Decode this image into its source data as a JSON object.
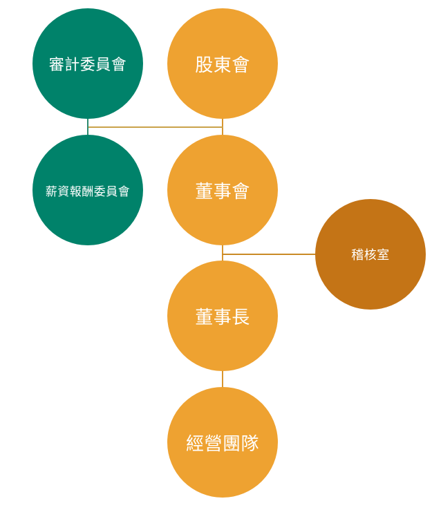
{
  "colors": {
    "green": "#00826A",
    "orange": "#EEA231",
    "dark_orange": "#C47416",
    "line_orange": "#D9962E",
    "line_green": "#2B8A6E"
  },
  "nodes": {
    "audit_committee": "審計委員會",
    "shareholders_meeting": "股東會",
    "compensation_committee": "薪資報酬委員會",
    "board_of_directors": "董事會",
    "internal_audit_office": "稽核室",
    "chairman": "董事長",
    "management_team": "經營團隊"
  }
}
